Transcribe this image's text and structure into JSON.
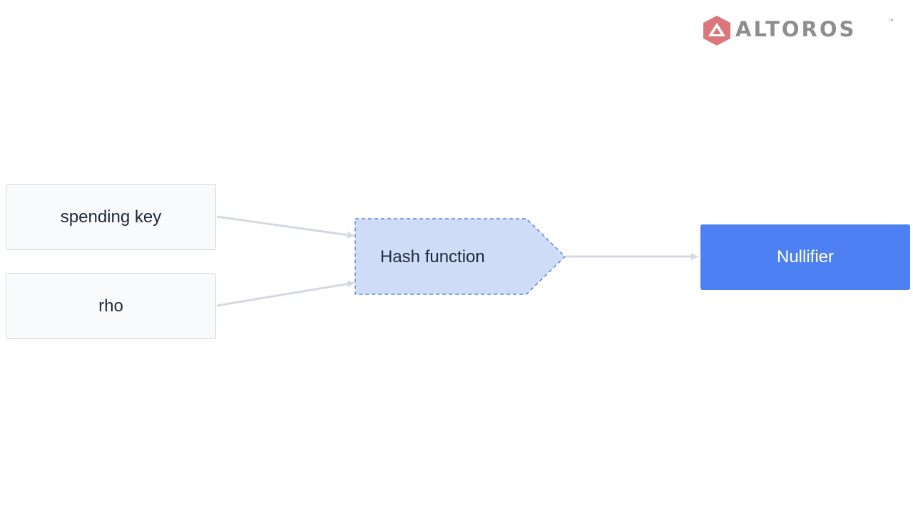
{
  "brand": {
    "name": "ALTOROS",
    "trademark": "™",
    "logo_color": "#d9777a",
    "text_color": "#8e8e8e"
  },
  "diagram": {
    "nodes": {
      "spending_key": "spending key",
      "rho": "rho",
      "hash_function": "Hash function",
      "nullifier": "Nullifier"
    },
    "colors": {
      "input_fill": "#f9fafb",
      "input_border": "#d4d8e1",
      "hash_fill": "#cfdcf8",
      "hash_border": "#5b82e0",
      "output_fill": "#4d80f2",
      "edge": "#d4d8e1"
    }
  }
}
